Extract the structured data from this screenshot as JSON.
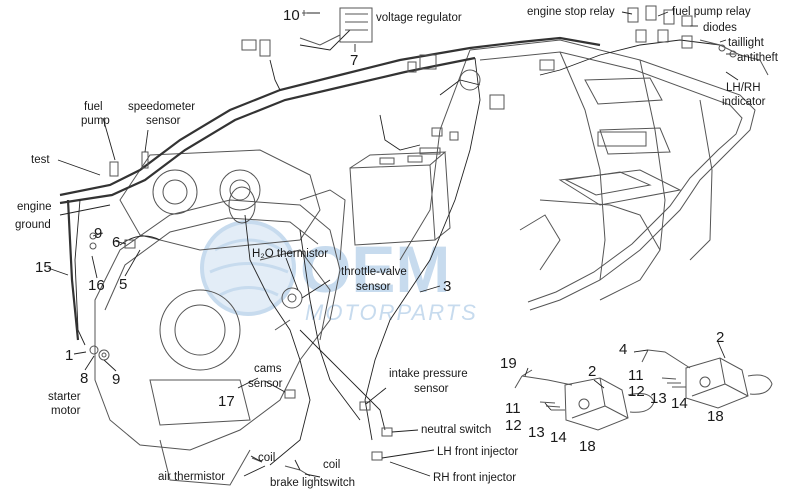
{
  "labels": {
    "voltage_regulator": "voltage regulator",
    "engine_stop_relay": "engine stop relay",
    "fuel_pump_relay": "fuel pump relay",
    "diodes": "diodes",
    "taillight": "taillight",
    "antitheft": "antitheft",
    "lh_rh_indicator_1": "LH/RH",
    "lh_rh_indicator_2": "indicator",
    "fuel_pump_1": "fuel",
    "fuel_pump_2": "pump",
    "speedometer_sensor_1": "speedometer",
    "speedometer_sensor_2": "sensor",
    "test": "test",
    "engine_ground_1": "engine",
    "engine_ground_2": "ground",
    "h2o_thermistor": "H₂O thermistor",
    "throttle_valve_sensor_1": "throttle-valve",
    "throttle_valve_sensor_2": "sensor",
    "starter_motor_1": "starter",
    "starter_motor_2": "motor",
    "cams_sensor_1": "cams",
    "cams_sensor_2": "sensor",
    "intake_pressure_sensor_1": "intake pressure",
    "intake_pressure_sensor_2": "sensor",
    "neutral_switch": "neutral switch",
    "lh_front_injector": "LH front injector",
    "rh_front_injector": "RH front injector",
    "coil_a": "coil",
    "coil_b": "coil",
    "air_thermistor": "air thermistor",
    "brake_lightswitch": "brake lightswitch"
  },
  "numbers": {
    "n10": "10",
    "n7": "7",
    "n9a": "9",
    "n6": "6",
    "n5": "5",
    "n16": "16",
    "n15": "15",
    "n3": "3",
    "n1": "1",
    "n8": "8",
    "n9b": "9",
    "n17": "17",
    "n19": "19",
    "n2a": "2",
    "n11a": "11",
    "n12a": "12",
    "n13a": "13",
    "n14a": "14",
    "n18a": "18",
    "n4": "4",
    "n2b": "2",
    "n11b": "11",
    "n12b": "12",
    "n13b": "13",
    "n14b": "14",
    "n18b": "18"
  },
  "watermark": {
    "logo": "OEM",
    "text": "MOTORPARTS"
  }
}
